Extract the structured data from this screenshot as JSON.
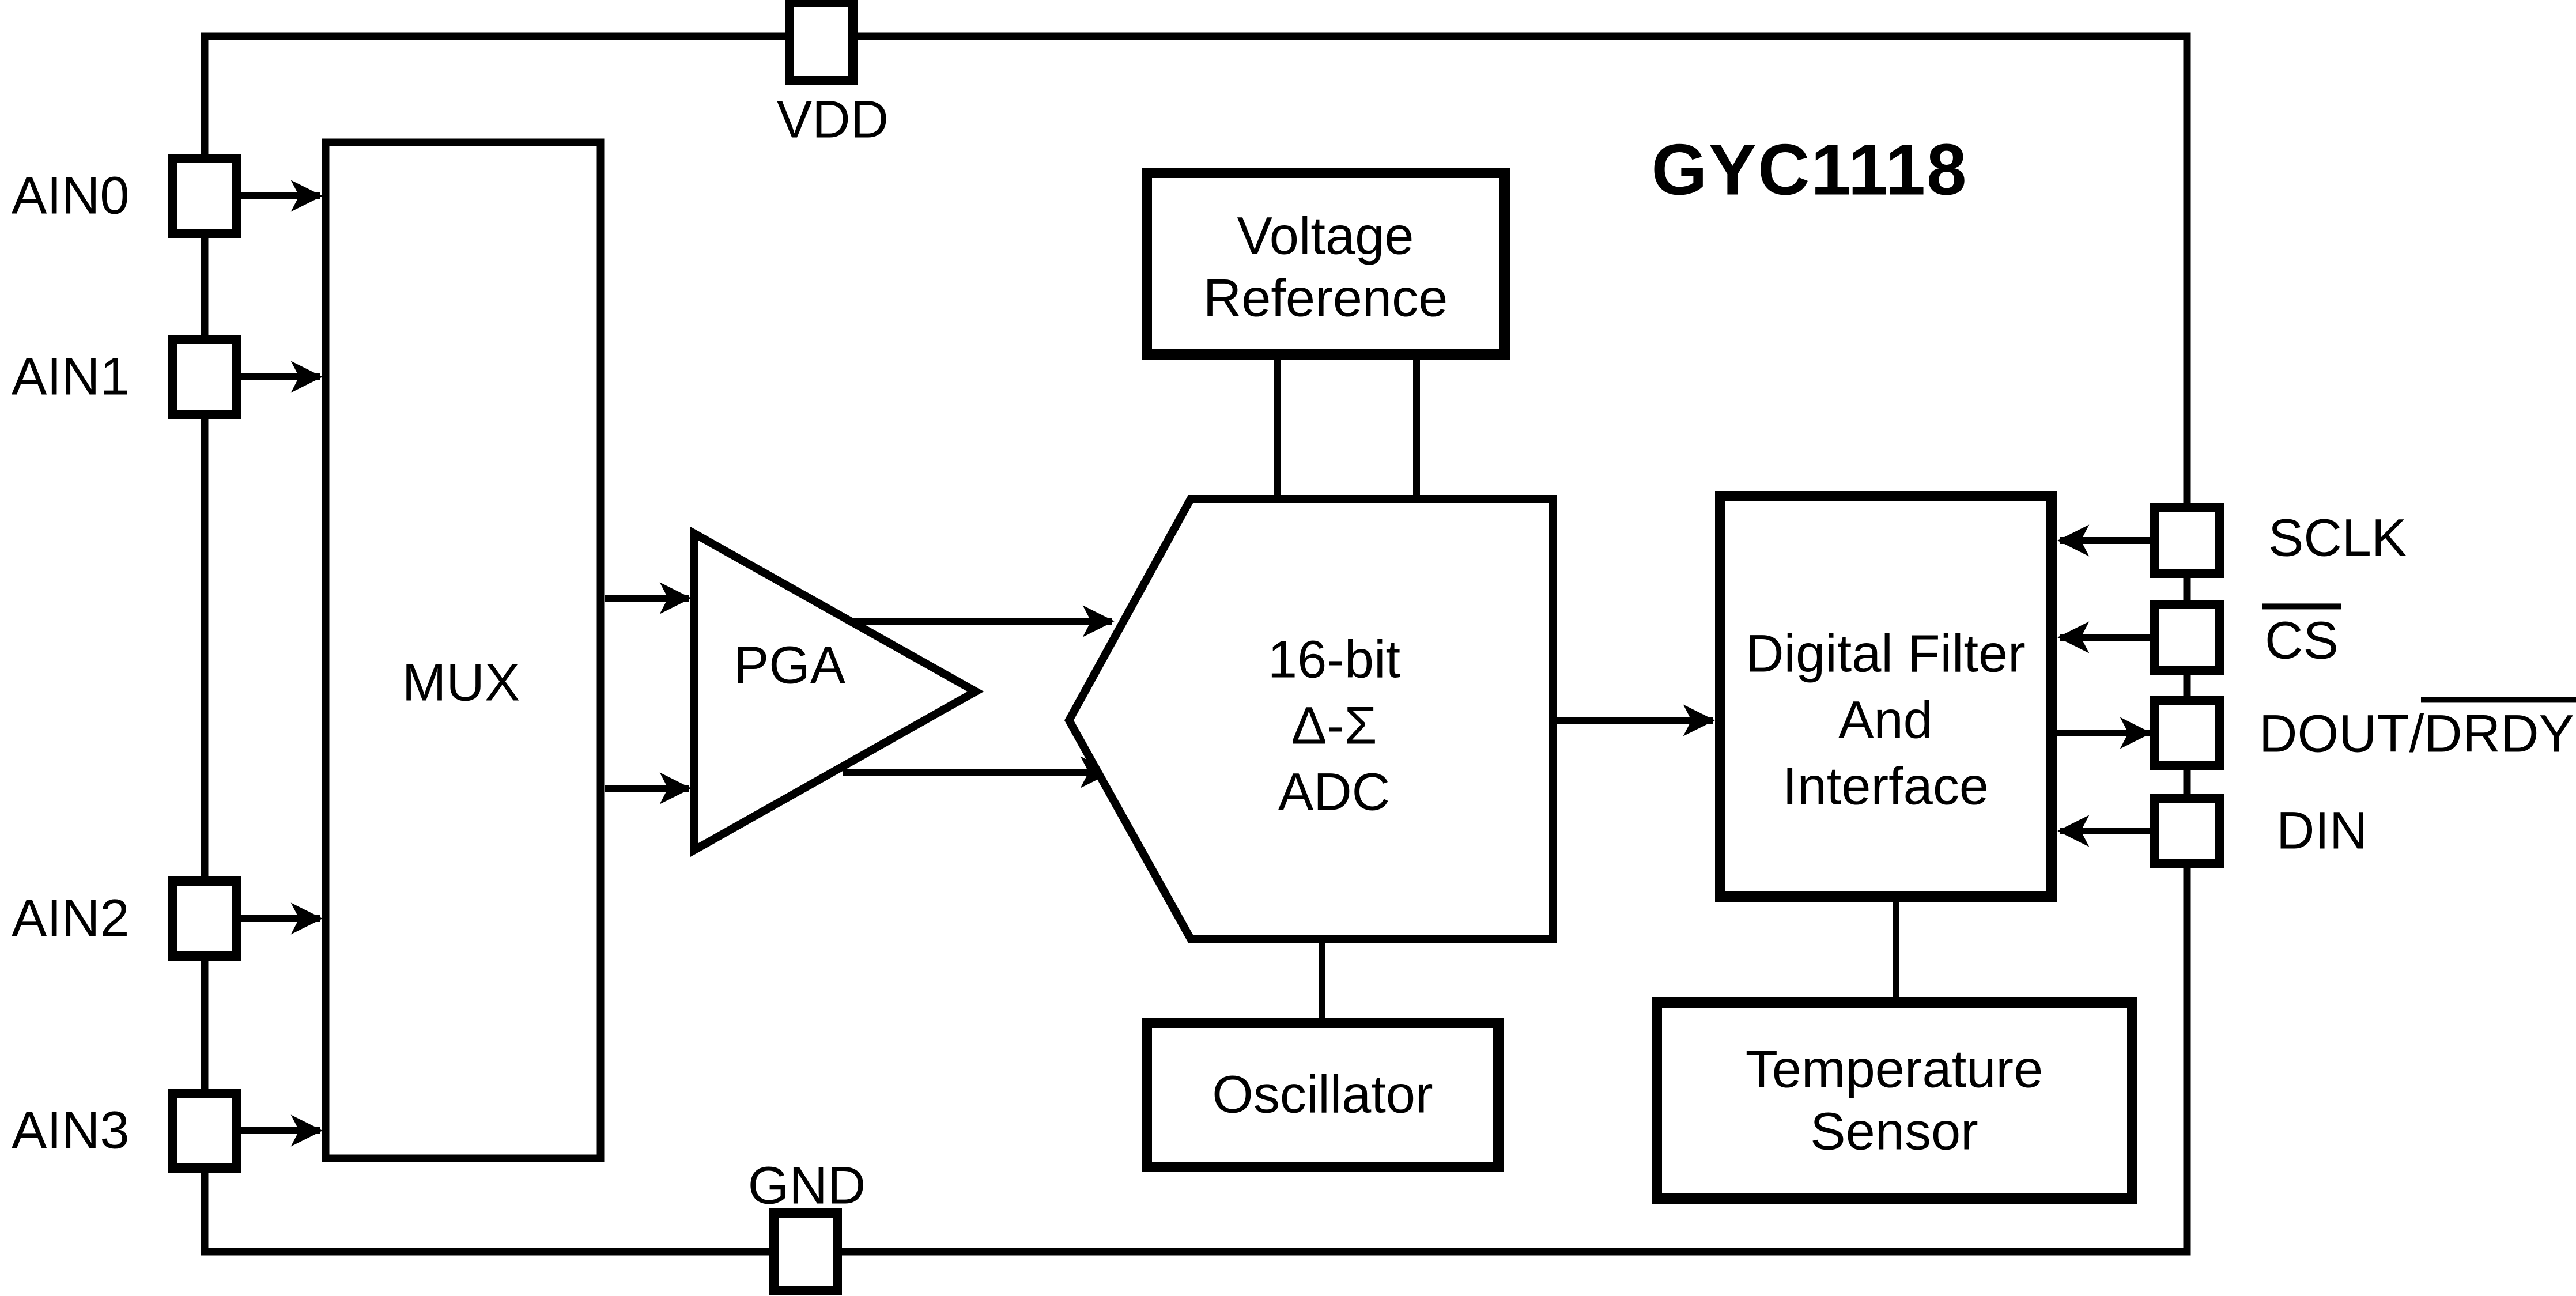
{
  "title": "GYC1118",
  "pins": {
    "vdd": "VDD",
    "gnd": "GND",
    "analog_inputs": [
      "AIN0",
      "AIN1",
      "AIN2",
      "AIN3"
    ],
    "sclk": "SCLK",
    "cs": "CS",
    "dout_plain": "DOUT/",
    "dout_overline": "DRDY",
    "din": "DIN"
  },
  "blocks": {
    "mux": "MUX",
    "pga": "PGA",
    "adc_lines": [
      "16-bit",
      "Δ-Σ",
      "ADC"
    ],
    "voltage_reference_lines": [
      "Voltage",
      "Reference"
    ],
    "oscillator": "Oscillator",
    "digital_filter_lines": [
      "Digital Filter",
      "And",
      "Interface"
    ],
    "temperature_sensor_lines": [
      "Temperature",
      "Sensor"
    ]
  },
  "colors": {
    "ink": "#000000",
    "background": "#ffffff"
  }
}
